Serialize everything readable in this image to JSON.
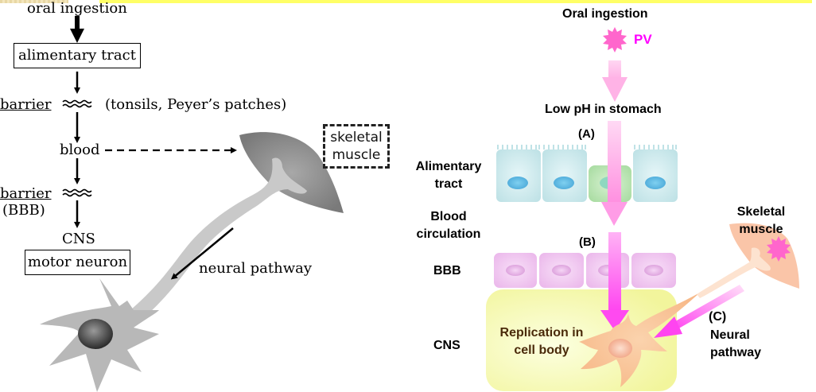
{
  "left_panel": {
    "oral_ingestion": "oral ingestion",
    "alimentary_tract": "alimentary tract",
    "barrier_1_label": "barrier",
    "barrier_1_note": "(tonsils, Peyer’s patches)",
    "blood": "blood",
    "barrier_2_label": "barrier",
    "barrier_2_note": "(BBB)",
    "cns": "CNS",
    "motor_neuron": "motor neuron",
    "skeletal_muscle_line1": "skeletal",
    "skeletal_muscle_line2": "muscle",
    "neural_pathway": "neural pathway"
  },
  "right_panel": {
    "oral_ingestion": "Oral ingestion",
    "pv_label": "PV",
    "low_ph": "Low pH in stomach",
    "label_a": "(A)",
    "label_b": "(B)",
    "label_c": "(C)",
    "alimentary_line1": "Alimentary",
    "alimentary_line2": "tract",
    "blood_line1": "Blood",
    "blood_line2": "circulation",
    "bbb": "BBB",
    "cns": "CNS",
    "replication_line1": "Replication in",
    "replication_line2": "cell body",
    "skeletal_line1": "Skeletal",
    "skeletal_line2": "muscle",
    "neural_line1": "Neural",
    "neural_line2": "pathway"
  },
  "colors": {
    "virus_pink": "#ff66cc",
    "pv_text": "#ff00ff",
    "arrow_pink": "#ff66ff",
    "epithelium": "#c6e6ea",
    "m_cell": "#b6e3b0",
    "nucleus_blue": "#5bb8e0",
    "bbb_cell": "#f0c2f0",
    "cns_bg": "#f5f7a8",
    "neuron_orange": "#f9c08f",
    "replication_text": "#4a2a0a"
  }
}
